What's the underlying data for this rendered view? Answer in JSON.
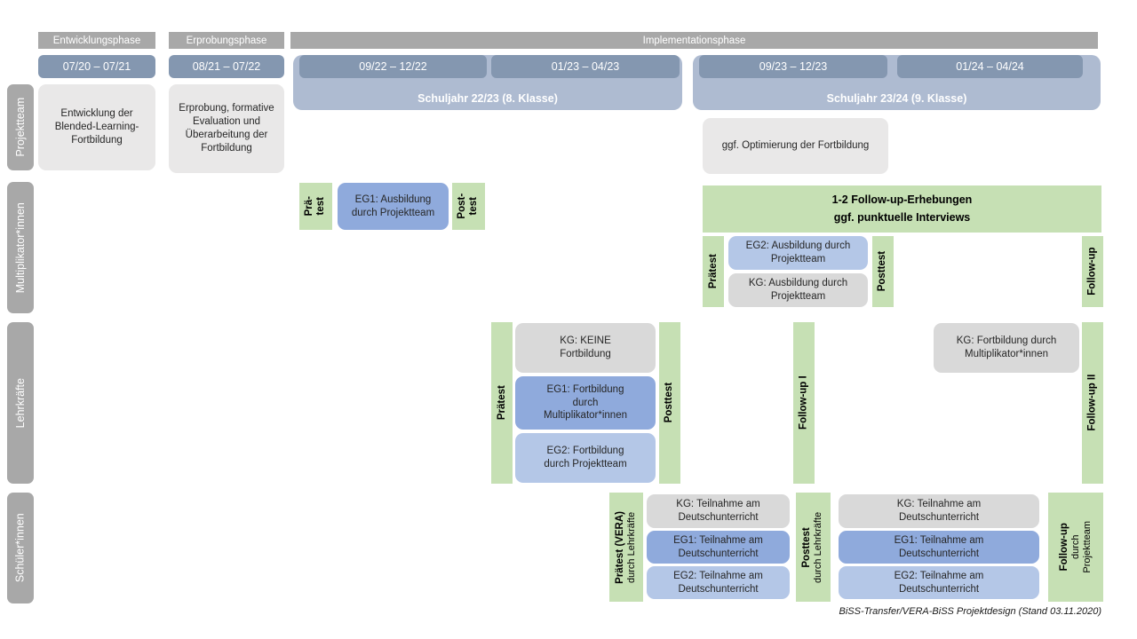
{
  "colors": {
    "header_gray": "#a8a8a8",
    "pill_blue": "#8497b0",
    "band_blue": "#aebbd1",
    "light_gray_box": "#e9e8e8",
    "gray_box": "#d9d9d9",
    "green": "#c6e0b4",
    "blue_mid": "#8faadc",
    "blue_light": "#b4c7e7"
  },
  "phases": {
    "entwicklung": "Entwicklungsphase",
    "erprobung": "Erprobungsphase",
    "implementation": "Implementationsphase"
  },
  "timeline": {
    "entwicklung_dates": "07/20 – 07/21",
    "erprobung_dates": "08/21 – 07/22",
    "schuljahr1": {
      "dates1": "09/22 – 12/22",
      "dates2": "01/23 – 04/23",
      "label": "Schuljahr 22/23 (8. Klasse)"
    },
    "schuljahr2": {
      "dates1": "09/23 – 12/23",
      "dates2": "01/24 – 04/24",
      "label": "Schuljahr 23/24 (9. Klasse)"
    }
  },
  "rows": {
    "projektteam": "Projektteam",
    "multiplikatoren": "Multiplikator*innen",
    "lehrkraefte": "Lehrkräfte",
    "schueler": "Schüler*innen"
  },
  "projektteam": {
    "entwicklung": "Entwicklung der Blended-Learning-Fortbildung",
    "erprobung": "Erprobung, formative Evaluation und Überarbeitung der Fortbildung",
    "optimierung": "ggf. Optimierung der Fortbildung"
  },
  "multiplikatoren": {
    "praetest_l1": "Prä-",
    "praetest_l2": "test",
    "eg1": "EG1: Ausbildung durch Projektteam",
    "posttest_l1": "Post-",
    "posttest_l2": "test",
    "followup_band_l1": "1-2 Follow-up-Erhebungen",
    "followup_band_l2": "ggf. punktuelle Interviews",
    "praetest2": "Prätest",
    "eg2": "EG2: Ausbildung durch Projektteam",
    "kg": "KG: Ausbildung durch Projektteam",
    "posttest2": "Posttest",
    "followup": "Follow-up"
  },
  "lehrkraefte": {
    "praetest": "Prätest",
    "kg": "KG: KEINE Fortbildung",
    "eg1": "EG1: Fortbildung durch Multiplikator*innen",
    "eg2": "EG2: Fortbildung durch Projektteam",
    "posttest": "Posttest",
    "followup1": "Follow-up I",
    "kg2": "KG: Fortbildung durch Multiplikator*innen",
    "followup2": "Follow-up II"
  },
  "schueler": {
    "praetest_l1": "Prätest (VERA)",
    "praetest_l2": "durch Lehrkräfte",
    "kg": "KG: Teilnahme am Deutschunterricht",
    "eg1": "EG1: Teilnahme am Deutschunterricht",
    "eg2": "EG2: Teilnahme am Deutschunterricht",
    "posttest_l1": "Posttest",
    "posttest_l2": "durch Lehrkräfte",
    "kg2": "KG: Teilnahme am Deutschunterricht",
    "eg1_2": "EG1: Teilnahme am Deutschunterricht",
    "eg2_2": "EG2: Teilnahme am Deutschunterricht",
    "followup_l1": "Follow-up",
    "followup_l2": "durch",
    "followup_l3": "Projektteam"
  },
  "caption": "BiSS-Transfer/VERA-BiSS Projektdesign (Stand 03.11.2020)"
}
